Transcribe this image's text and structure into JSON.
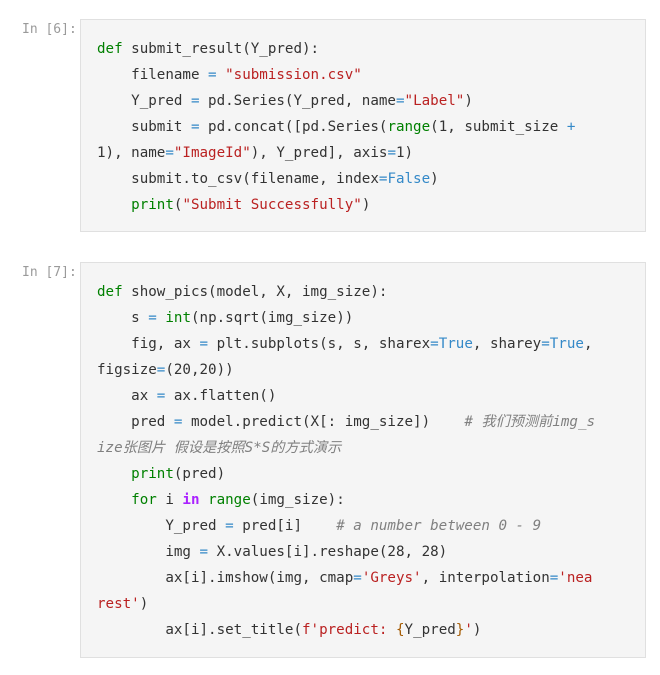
{
  "notebook": {
    "cells": [
      {
        "prompt": "In [6]:",
        "lines": [
          [
            {
              "t": "def",
              "c": "kw"
            },
            {
              "t": " submit_result(Y_pred):",
              "c": ""
            }
          ],
          [
            {
              "t": "    filename ",
              "c": ""
            },
            {
              "t": "=",
              "c": "op"
            },
            {
              "t": " ",
              "c": ""
            },
            {
              "t": "\"submission.csv\"",
              "c": "str"
            }
          ],
          [
            {
              "t": "    Y_pred ",
              "c": ""
            },
            {
              "t": "=",
              "c": "op"
            },
            {
              "t": " pd.Series(Y_pred, name",
              "c": ""
            },
            {
              "t": "=",
              "c": "op"
            },
            {
              "t": "\"Label\"",
              "c": "str"
            },
            {
              "t": ")",
              "c": ""
            }
          ],
          [
            {
              "t": "    submit ",
              "c": ""
            },
            {
              "t": "=",
              "c": "op"
            },
            {
              "t": " pd.concat([pd.Series(",
              "c": ""
            },
            {
              "t": "range",
              "c": "bi"
            },
            {
              "t": "(1, submit_size ",
              "c": ""
            },
            {
              "t": "+",
              "c": "op"
            }
          ],
          [
            {
              "t": "1), name",
              "c": ""
            },
            {
              "t": "=",
              "c": "op"
            },
            {
              "t": "\"ImageId\"",
              "c": "str"
            },
            {
              "t": "), Y_pred], axis",
              "c": ""
            },
            {
              "t": "=",
              "c": "op"
            },
            {
              "t": "1)",
              "c": ""
            }
          ],
          [
            {
              "t": "    submit.to_csv(filename, index",
              "c": ""
            },
            {
              "t": "=",
              "c": "op"
            },
            {
              "t": "False",
              "c": "op"
            },
            {
              "t": ")",
              "c": ""
            }
          ],
          [
            {
              "t": "    ",
              "c": ""
            },
            {
              "t": "print",
              "c": "bi"
            },
            {
              "t": "(",
              "c": ""
            },
            {
              "t": "\"Submit Successfully\"",
              "c": "str"
            },
            {
              "t": ")",
              "c": ""
            }
          ]
        ]
      },
      {
        "prompt": "In [7]:",
        "lines": [
          [
            {
              "t": "def",
              "c": "kw"
            },
            {
              "t": " show_pics(model, X, img_size):",
              "c": ""
            }
          ],
          [
            {
              "t": "    s ",
              "c": ""
            },
            {
              "t": "=",
              "c": "op"
            },
            {
              "t": " ",
              "c": ""
            },
            {
              "t": "int",
              "c": "bi"
            },
            {
              "t": "(np.sqrt(img_size))",
              "c": ""
            }
          ],
          [
            {
              "t": "    fig, ax ",
              "c": ""
            },
            {
              "t": "=",
              "c": "op"
            },
            {
              "t": " plt.subplots(s, s, sharex",
              "c": ""
            },
            {
              "t": "=",
              "c": "op"
            },
            {
              "t": "True",
              "c": "op"
            },
            {
              "t": ", sharey",
              "c": ""
            },
            {
              "t": "=",
              "c": "op"
            },
            {
              "t": "True",
              "c": "op"
            },
            {
              "t": ",",
              "c": ""
            }
          ],
          [
            {
              "t": "figsize",
              "c": ""
            },
            {
              "t": "=",
              "c": "op"
            },
            {
              "t": "(20,20))",
              "c": ""
            }
          ],
          [
            {
              "t": "    ax ",
              "c": ""
            },
            {
              "t": "=",
              "c": "op"
            },
            {
              "t": " ax.flatten()",
              "c": ""
            }
          ],
          [
            {
              "t": "    pred ",
              "c": ""
            },
            {
              "t": "=",
              "c": "op"
            },
            {
              "t": " model.predict(X[: img_size])    ",
              "c": ""
            },
            {
              "t": "# 我们预测前img_s",
              "c": "cm"
            }
          ],
          [
            {
              "t": "ize张图片 假设是按照S*S的方式演示",
              "c": "cm"
            }
          ],
          [
            {
              "t": "    ",
              "c": ""
            },
            {
              "t": "print",
              "c": "bi"
            },
            {
              "t": "(pred)",
              "c": ""
            }
          ],
          [
            {
              "t": "    ",
              "c": ""
            },
            {
              "t": "for",
              "c": "kw"
            },
            {
              "t": " i ",
              "c": ""
            },
            {
              "t": "in",
              "c": "kwc"
            },
            {
              "t": " ",
              "c": ""
            },
            {
              "t": "range",
              "c": "bi"
            },
            {
              "t": "(img_size):",
              "c": ""
            }
          ],
          [
            {
              "t": "        Y_pred ",
              "c": ""
            },
            {
              "t": "=",
              "c": "op"
            },
            {
              "t": " pred[i]    ",
              "c": ""
            },
            {
              "t": "# a number between 0 - 9",
              "c": "cm"
            }
          ],
          [
            {
              "t": "        img ",
              "c": ""
            },
            {
              "t": "=",
              "c": "op"
            },
            {
              "t": " X.values[i].reshape(28, 28)",
              "c": ""
            }
          ],
          [
            {
              "t": "        ax[i].imshow(img, cmap",
              "c": ""
            },
            {
              "t": "=",
              "c": "op"
            },
            {
              "t": "'Greys'",
              "c": "str"
            },
            {
              "t": ", interpolation",
              "c": ""
            },
            {
              "t": "=",
              "c": "op"
            },
            {
              "t": "'nea",
              "c": "str"
            }
          ],
          [
            {
              "t": "rest'",
              "c": "str"
            },
            {
              "t": ")",
              "c": ""
            }
          ],
          [
            {
              "t": "        ax[i].set_title(",
              "c": ""
            },
            {
              "t": "f'predict: ",
              "c": "str"
            },
            {
              "t": "{",
              "c": "brace"
            },
            {
              "t": "Y_pred",
              "c": ""
            },
            {
              "t": "}",
              "c": "brace"
            },
            {
              "t": "'",
              "c": "str"
            },
            {
              "t": ")",
              "c": ""
            }
          ]
        ]
      }
    ]
  }
}
